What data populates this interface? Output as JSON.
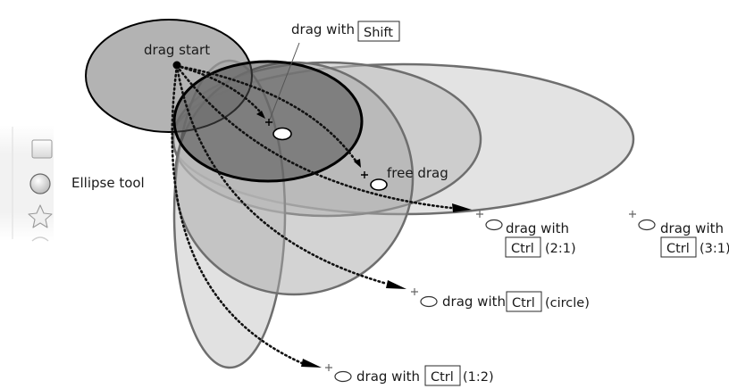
{
  "colors": {
    "ellipse_fill_dark": "#5a5a5a",
    "ellipse_fill_mid": "#9a9a9a",
    "ellipse_fill_light": "#c8c8c8",
    "ellipse_stroke": "#6e6e6e",
    "ellipse_stroke_bold": "#000000",
    "path_color": "#111111"
  },
  "toolbox": {
    "icons": [
      "rectangle-tool-icon",
      "ellipse-tool-icon",
      "star-tool-icon",
      "spiral-tool-icon"
    ],
    "ellipse_tool_label": "Ellipse tool"
  },
  "annotations": {
    "drag_start": "drag start",
    "drag_with": "drag with",
    "free_drag": "free drag",
    "key_shift": "Shift",
    "key_ctrl": "Ctrl",
    "ratio_2_1": "(2:1)",
    "ratio_3_1": "(3:1)",
    "circle": "(circle)",
    "ratio_1_2": "(1:2)"
  }
}
